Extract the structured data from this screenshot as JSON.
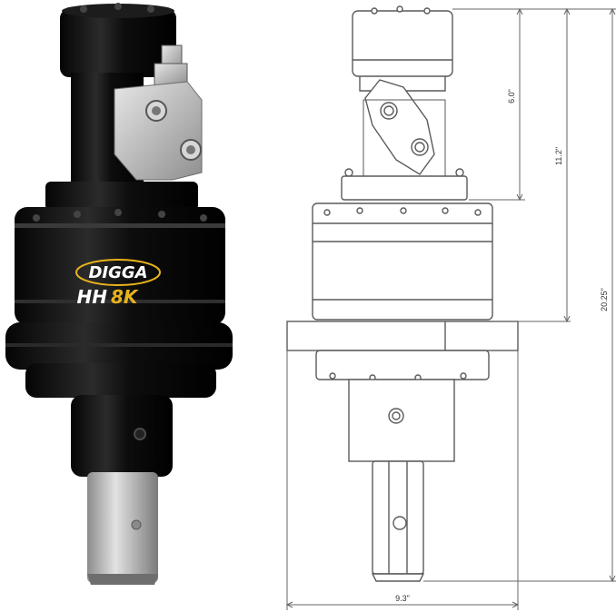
{
  "logo": {
    "brand": "DIGGA",
    "model_prefix": "HH",
    "model_suffix": "8K"
  },
  "dimensions": {
    "motor_height": "6.0\"",
    "upper_height": "11.2\"",
    "overall_height": "20.25\"",
    "width": "9.3\""
  },
  "colors": {
    "body": "#0b0b0b",
    "body_highlight": "#3a3a3a",
    "steel": "#c9c9c9",
    "gold": "#e8b21a",
    "line": "#555555"
  }
}
